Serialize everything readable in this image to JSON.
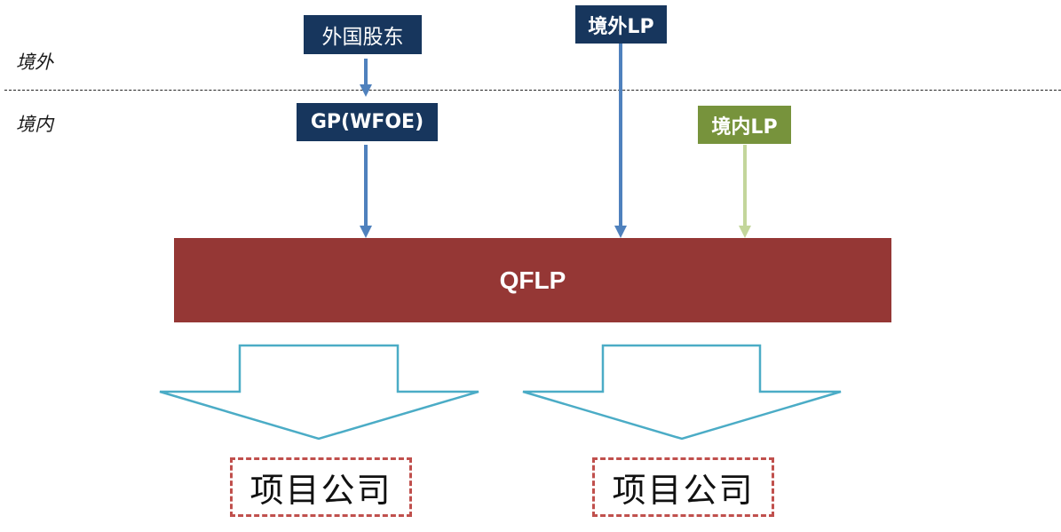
{
  "regions": {
    "offshore_label": "境外",
    "onshore_label": "境内"
  },
  "nodes": {
    "foreign_shareholder": "外国股东",
    "gp_wfoe": "GP(WFOE)",
    "offshore_lp": "境外LP",
    "onshore_lp": "境内LP",
    "qflp": "QFLP",
    "project_company_1": "项目公司",
    "project_company_2": "项目公司"
  },
  "edges": [
    {
      "from": "外国股东",
      "to": "GP(WFOE)"
    },
    {
      "from": "GP(WFOE)",
      "to": "QFLP"
    },
    {
      "from": "境外LP",
      "to": "QFLP"
    },
    {
      "from": "境内LP",
      "to": "QFLP"
    },
    {
      "from": "QFLP",
      "to": "项目公司"
    },
    {
      "from": "QFLP",
      "to": "项目公司"
    }
  ],
  "colors": {
    "navy_box": "#17365d",
    "green_box": "#77933c",
    "qflp_bar": "#953735",
    "blue_arrow": "#4f81bd",
    "green_arrow": "#c3d69b",
    "outline_arrow": "#4bacc6",
    "project_border": "#c0504d"
  }
}
